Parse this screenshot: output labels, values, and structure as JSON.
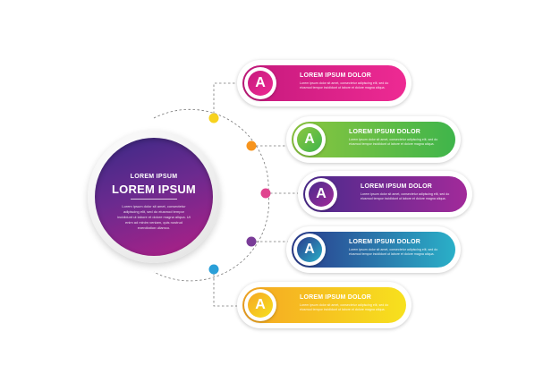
{
  "hub": {
    "subtitle": "LOREM IPSUM",
    "title": "LOREM IPSUM",
    "body": "Lorem ipsum dolor sit amet, consectetur adipiscing elit, sed do eiusmod tempor incididunt ut labore et dolore magna aliqua. Ut enim ad minim veniam, quis nostrud exercitation ullamco."
  },
  "steps": [
    {
      "badge": "A",
      "title": "LOREM IPSUM DOLOR",
      "text": "Lorem ipsum dolor sit amet, consectetur adipiscing elit, sed do eiusmod tempor incididunt ut labore et dolore magna aliqua.",
      "color_start": "#c5197d",
      "color_end": "#ee2a93"
    },
    {
      "badge": "A",
      "title": "LOREM IPSUM DOLOR",
      "text": "Lorem ipsum dolor sit amet, consectetur adipiscing elit, sed do eiusmod tempor incididunt ut labore et dolore magna aliqua.",
      "color_start": "#8cc63f",
      "color_end": "#3fb54b"
    },
    {
      "badge": "A",
      "title": "LOREM IPSUM DOLOR",
      "text": "Lorem ipsum dolor sit amet, consectetur adipiscing elit, sed do eiusmod tempor incididunt ut labore et dolore magna aliqua.",
      "color_start": "#4a2a8c",
      "color_end": "#a22a9a"
    },
    {
      "badge": "A",
      "title": "LOREM IPSUM DOLOR",
      "text": "Lorem ipsum dolor sit amet, consectetur adipiscing elit, sed do eiusmod tempor incididunt ut labore et dolore magna aliqua.",
      "color_start": "#2a3a8c",
      "color_end": "#2ab0c8"
    },
    {
      "badge": "A",
      "title": "LOREM IPSUM DOLOR",
      "text": "Lorem ipsum dolor sit amet, consectetur adipiscing elit, sed do eiusmod tempor incididunt ut labore et dolore magna aliqua.",
      "color_start": "#f5a623",
      "color_end": "#f7e11e"
    }
  ],
  "dot_colors": [
    "#f7d21e",
    "#f7941d",
    "#e0448f",
    "#7a3c98",
    "#2a9fd8"
  ]
}
